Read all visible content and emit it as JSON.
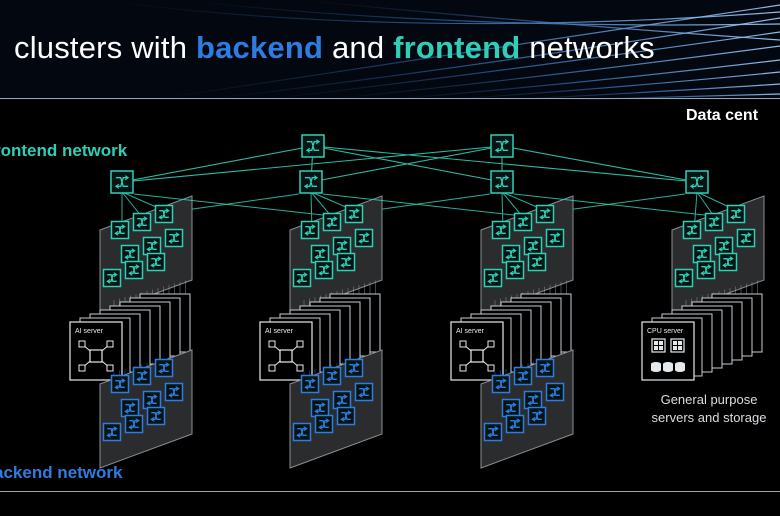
{
  "title": {
    "part1": "clusters with ",
    "backend": "backend",
    "part2": " and ",
    "frontend": "frontend",
    "part3": " networks"
  },
  "labels": {
    "frontend_network": "rontend network",
    "backend_network": "ackend network",
    "data_center": "Data cent",
    "general_purpose_line1": "General purpose",
    "general_purpose_line2": "servers and storage"
  },
  "clusters": [
    {
      "server_label": "AI server",
      "server_type": "ai",
      "has_backend": true
    },
    {
      "server_label": "AI server",
      "server_type": "ai",
      "has_backend": true
    },
    {
      "server_label": "AI server",
      "server_type": "ai",
      "has_backend": true
    },
    {
      "server_label": "CPU server",
      "server_type": "cpu",
      "has_backend": false
    }
  ],
  "colors": {
    "frontend": "#2ecfb6",
    "backend": "#2f7ce0",
    "background": "#000000",
    "text": "#ffffff"
  },
  "icons": [
    "network-switch-icon",
    "ai-server-icon",
    "cpu-server-icon",
    "storage-icon"
  ]
}
